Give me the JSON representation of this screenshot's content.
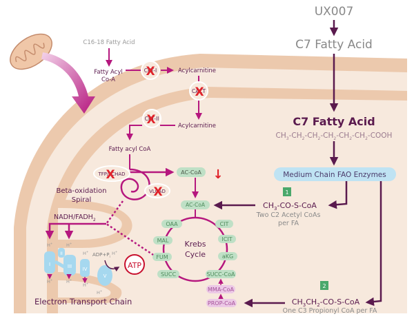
{
  "top": {
    "drug": "UX007",
    "c7_fatty_acid_outer": "C7 Fatty Acid",
    "c16_18_fatty_acid": "C16-18 Fatty Acid"
  },
  "carnitine_shuttle": {
    "fatty_acyl_coa_line1": "Fatty Acyl",
    "fatty_acyl_coa_line2": "Co-A",
    "cpt1": "CPT-I",
    "acylcarnitine_1": "Acylcarnitine",
    "cact": "CACT",
    "cpt2": "CPT-II",
    "acylcarnitine_2": "Acylcarnitine",
    "fatty_acyl_coa_inner": "Fatty acyl CoA"
  },
  "beta_oxidation": {
    "tfp_lchad": "TFP/LCHAD",
    "vlcad": "VLCAD",
    "spiral_line1": "Beta-oxidation",
    "spiral_line2": "Spiral",
    "nadh": "NADH/FADH",
    "nadh_sub": "2",
    "ac_coa_top": "AC-CoA",
    "ac_coa_krebs": "AC-CoA",
    "block_marker": "X",
    "decrease_marker": "↓"
  },
  "c7_pathway": {
    "title": "C7 Fatty Acid",
    "formula_parts": [
      "CH",
      "3",
      "-CH",
      "2",
      "-CH",
      "2",
      "-CH",
      "2",
      "-CH",
      "2",
      "-CH",
      "2",
      "-COOH"
    ],
    "enzymes": "Medium Chain FAO Enzymes",
    "step1_badge": "1",
    "step1_formula_a": "CH",
    "step1_formula_sub": "3",
    "step1_formula_b": "-CO-S-CoA",
    "step1_desc_line1": "Two C2 Acetyl CoAs",
    "step1_desc_line2": "per FA",
    "step2_badge": "2",
    "step2_formula_a": "CH",
    "step2_formula_sub1": "3",
    "step2_formula_b": "CH",
    "step2_formula_sub2": "2",
    "step2_formula_c": "-CO-S-CoA",
    "step2_desc": "One C3 Propionyl CoA per FA"
  },
  "krebs": {
    "title_line1": "Krebs",
    "title_line2": "Cycle",
    "intermediates": [
      "OAA",
      "CIT",
      "ICIT",
      "aKG",
      "SUCC-CoA",
      "SUCC",
      "FUM",
      "MAL"
    ],
    "anaplerotic": [
      "MMA-CoA",
      "PROP-CoA"
    ]
  },
  "etc": {
    "title": "Electron Transport Chain",
    "complexes": [
      "I",
      "II",
      "III",
      "IV",
      "V"
    ],
    "proton": "H",
    "proton_sup": "+",
    "adp": "ADP+P",
    "adp_sub": "i",
    "atp": "ATP"
  },
  "colors": {
    "magenta": "#b5177e",
    "dark_purple": "#5a1a4e",
    "red": "#e0222a",
    "membrane": "#ecc9ad",
    "matrix": "#f7e9dd",
    "enzyme_box": "#bfe3f3",
    "badge_green": "#4aa86b"
  }
}
